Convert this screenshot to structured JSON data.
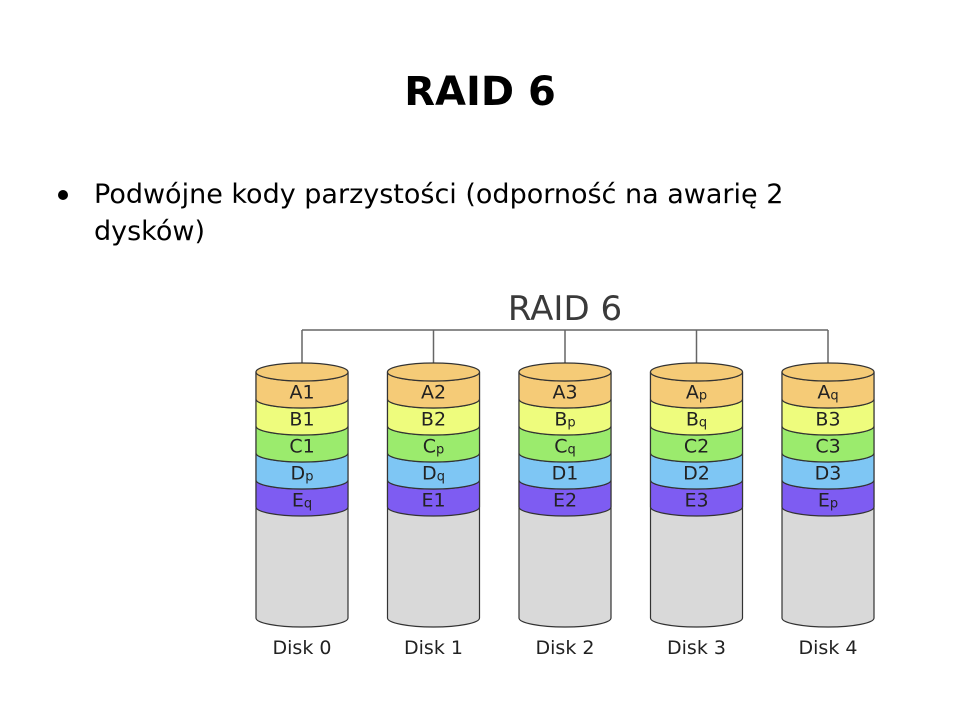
{
  "slide": {
    "title": "RAID 6",
    "bullets": [
      "Podwójne kody parzystości (odporność na awarię 2 dysków)"
    ]
  },
  "diagram": {
    "title": "RAID 6",
    "colors": {
      "A": "#f5cb77",
      "B": "#eefc7d",
      "C": "#9beb6d",
      "D": "#7ec6f4",
      "E": "#7e5cf2",
      "empty": "#d9d9d9",
      "outline": "#333333",
      "connector": "#666666"
    },
    "disks": [
      {
        "label": "Disk 0",
        "blocks": [
          {
            "row": "A",
            "base": "A",
            "sub": "1"
          },
          {
            "row": "B",
            "base": "B",
            "sub": "1"
          },
          {
            "row": "C",
            "base": "C",
            "sub": "1"
          },
          {
            "row": "D",
            "base": "D",
            "sub": "p"
          },
          {
            "row": "E",
            "base": "E",
            "sub": "q"
          }
        ]
      },
      {
        "label": "Disk 1",
        "blocks": [
          {
            "row": "A",
            "base": "A",
            "sub": "2"
          },
          {
            "row": "B",
            "base": "B",
            "sub": "2"
          },
          {
            "row": "C",
            "base": "C",
            "sub": "p"
          },
          {
            "row": "D",
            "base": "D",
            "sub": "q"
          },
          {
            "row": "E",
            "base": "E",
            "sub": "1"
          }
        ]
      },
      {
        "label": "Disk 2",
        "blocks": [
          {
            "row": "A",
            "base": "A",
            "sub": "3"
          },
          {
            "row": "B",
            "base": "B",
            "sub": "p"
          },
          {
            "row": "C",
            "base": "C",
            "sub": "q"
          },
          {
            "row": "D",
            "base": "D",
            "sub": "1"
          },
          {
            "row": "E",
            "base": "E",
            "sub": "2"
          }
        ]
      },
      {
        "label": "Disk 3",
        "blocks": [
          {
            "row": "A",
            "base": "A",
            "sub": "p"
          },
          {
            "row": "B",
            "base": "B",
            "sub": "q"
          },
          {
            "row": "C",
            "base": "C",
            "sub": "2"
          },
          {
            "row": "D",
            "base": "D",
            "sub": "2"
          },
          {
            "row": "E",
            "base": "E",
            "sub": "3"
          }
        ]
      },
      {
        "label": "Disk 4",
        "blocks": [
          {
            "row": "A",
            "base": "A",
            "sub": "q"
          },
          {
            "row": "B",
            "base": "B",
            "sub": "3"
          },
          {
            "row": "C",
            "base": "C",
            "sub": "3"
          },
          {
            "row": "D",
            "base": "D",
            "sub": "3"
          },
          {
            "row": "E",
            "base": "E",
            "sub": "p"
          }
        ]
      }
    ]
  }
}
